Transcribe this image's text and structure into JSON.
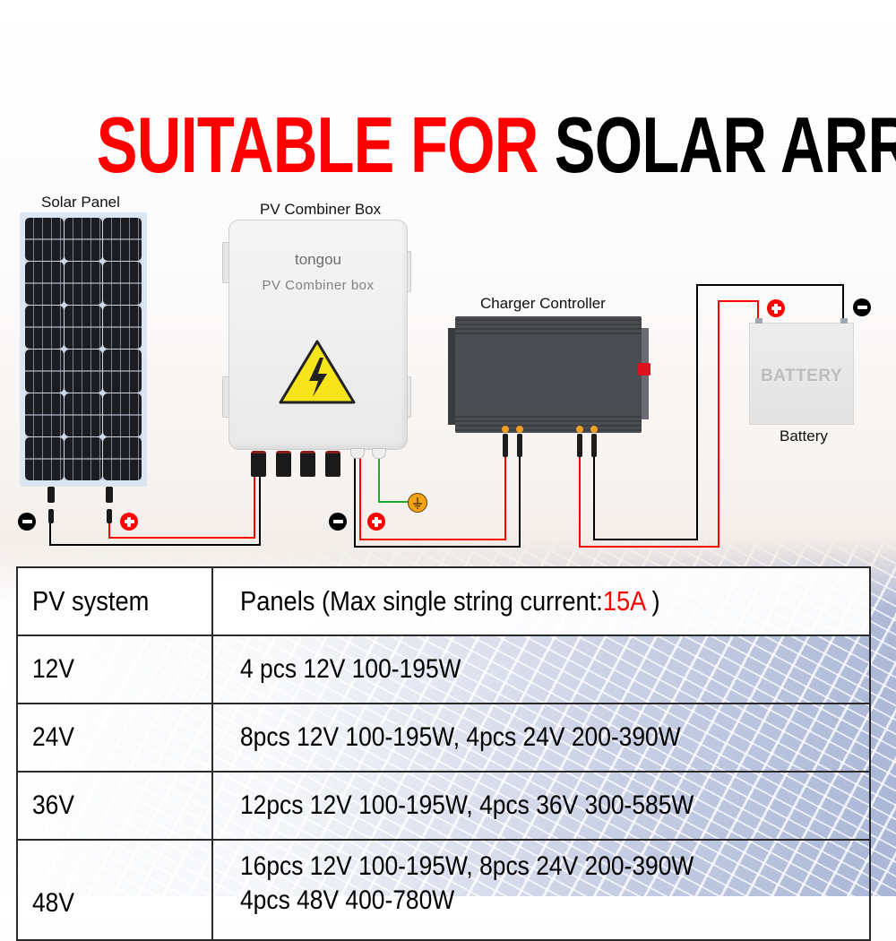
{
  "headline": {
    "red_part": "SUITABLE FOR",
    "black_part": "SOLAR ARRAY",
    "colors": {
      "red": "#ff0000",
      "black": "#000000"
    }
  },
  "diagram": {
    "solar_panel": {
      "label": "Solar Panel"
    },
    "combiner_box": {
      "label": "PV Combiner Box",
      "brand": "tongou",
      "device_text": "PV Combiner box",
      "icon": "high-voltage-warning-icon"
    },
    "charger_controller": {
      "label": "Charger Controller"
    },
    "battery": {
      "label": "Battery",
      "device_text": "BATTERY"
    },
    "polarity": {
      "positive": "+",
      "negative": "−"
    },
    "ground_icon": "ground-icon",
    "wire_colors": {
      "positive": "#ff0000",
      "negative": "#000000",
      "ground": "#22aa22"
    }
  },
  "table": {
    "headers": {
      "system": "PV system",
      "panels_prefix": "Panels (Max single string current:",
      "panels_accent": "15A",
      "panels_suffix": " )"
    },
    "rows": [
      {
        "system": "12V",
        "panels": "4 pcs 12V 100-195W"
      },
      {
        "system": "24V",
        "panels": "8pcs 12V 100-195W, 4pcs 24V 200-390W"
      },
      {
        "system": "36V",
        "panels": "12pcs 12V 100-195W, 4pcs 36V 300-585W"
      },
      {
        "system": "48V",
        "panels": "16pcs 12V 100-195W, 8pcs 24V 200-390W",
        "panels_line2": "4pcs 48V 400-780W"
      }
    ]
  }
}
